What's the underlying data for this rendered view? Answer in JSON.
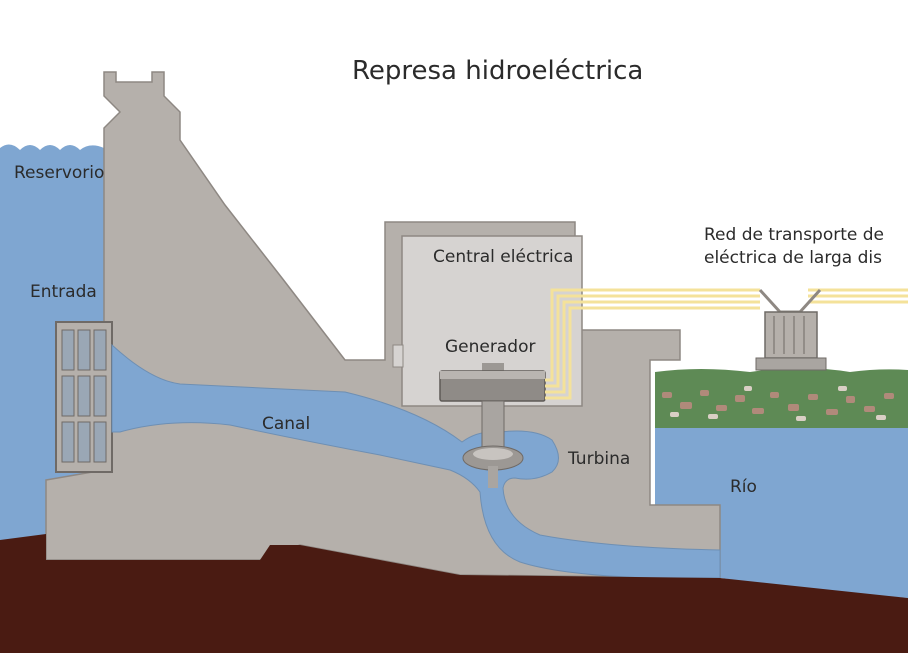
{
  "title": "Represa hidroeléctrica",
  "labels": {
    "reservoir": "Reservorio",
    "intake": "Entrada",
    "penstock": "Canal",
    "powerhouse": "Central eléctrica",
    "generator": "Generador",
    "turbine": "Turbina",
    "river": "Río",
    "grid_line1": "Red de transporte de",
    "grid_line2": "eléctrica de larga dis"
  },
  "colors": {
    "water": "#7fa6d1",
    "water_surface": "#9dbfe2",
    "concrete": "#b5b0ab",
    "concrete_edge": "#8e8883",
    "powerhouse_wall": "#d6d3d1",
    "bedrock": "#4a1b12",
    "grass": "#5e8a55",
    "power_line": "#f4e29a"
  }
}
